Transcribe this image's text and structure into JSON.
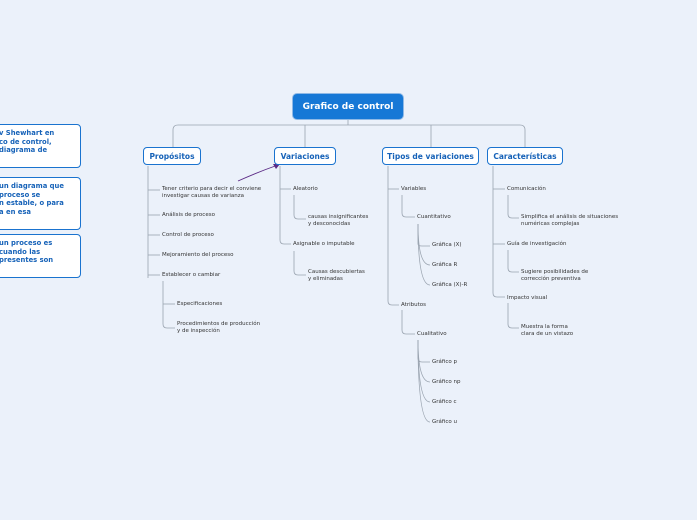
{
  "root": {
    "label": "Grafico de control"
  },
  "categories": {
    "propositos": "Propósitos",
    "variaciones": "Variaciones",
    "tipos": "Tipos de variaciones",
    "caracteristicas": "Características"
  },
  "propositos": {
    "items": [
      "Tener criterio para decir el conviene\ninvestigar causas de varianza",
      "Análisis de proceso",
      "Control de proceso",
      "Mejoramiento del proceso",
      "Establecer o cambiar"
    ],
    "sub": [
      "Especificaciones",
      "Procedimientos de producción\ny de inspección"
    ]
  },
  "variaciones": {
    "aleatorio": "Aleatorio",
    "aleatorio_sub": "causas insignificantes\ny desconocidas",
    "asignable": "Asignable o imputable",
    "asignable_sub": "Causas descubiertas\ny eliminadas"
  },
  "tipos": {
    "variables": "Variables",
    "cuantitativo": "Cuantitativo",
    "cuant_items": [
      "Gráfica (X)",
      "Gráfica R",
      "Gráfica (X)-R"
    ],
    "atributos": "Atributos",
    "cualitativo": "Cualitativo",
    "cual_items": [
      "Gráfico p",
      "Gráfico np",
      "Gráfico c",
      "Gráfico u"
    ]
  },
  "caracteristicas": {
    "comunicacion": "Comunicación",
    "comunicacion_sub": "Simplifica el análisis de situaciones\nnuméricas complejas",
    "guia": "Guía de investigación",
    "guia_sub": "Sugiere posibilidades de\ncorrección preventiva",
    "impacto": "Impacto visual",
    "impacto_sub": "Muestra la forma\nclara de un vistazo"
  },
  "notes": [
    "v Shewhart en\nco de control,\ndiagrama de",
    "un diagrama que\nproceso se\nn estable, o para\na en esa",
    "un proceso es\ncuando las\npresentes son"
  ],
  "colors": {
    "background": "#ebf1fa",
    "root_fill": "#1678d6",
    "accent": "#1a73cf",
    "connector": "#9aa4b0",
    "arrow": "#5b2a86"
  }
}
